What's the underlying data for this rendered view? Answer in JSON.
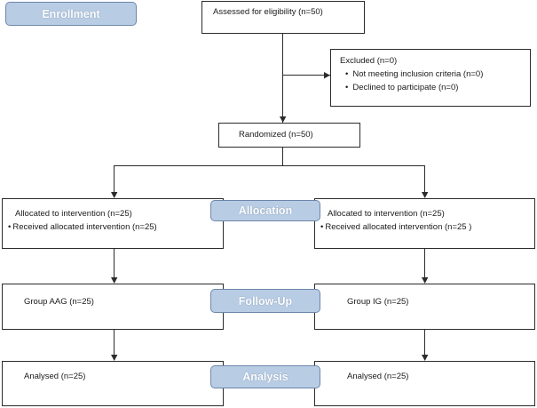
{
  "stages": {
    "enrollment": "Enrollment",
    "allocation": "Allocation",
    "follow_up": "Follow-Up",
    "analysis": "Analysis"
  },
  "assessed": "Assessed for eligibility (n=50)",
  "excluded": {
    "title": "Excluded (n=0)",
    "items": [
      "Not meeting inclusion criteria (n=0)",
      "Declined to participate (n=0)"
    ]
  },
  "randomized": "Randomized (n=50)",
  "left_arm": {
    "allocated": "Allocated to intervention (n=25)",
    "received": "Received allocated intervention (n=25)",
    "group": "Group AAG (n=25)",
    "analysed": "Analysed (n=25)"
  },
  "right_arm": {
    "allocated": "Allocated to intervention (n=25)",
    "received": "Received allocated intervention (n=25  )",
    "group": "Group IG (n=25)",
    "analysed": "Analysed (n=25)"
  }
}
